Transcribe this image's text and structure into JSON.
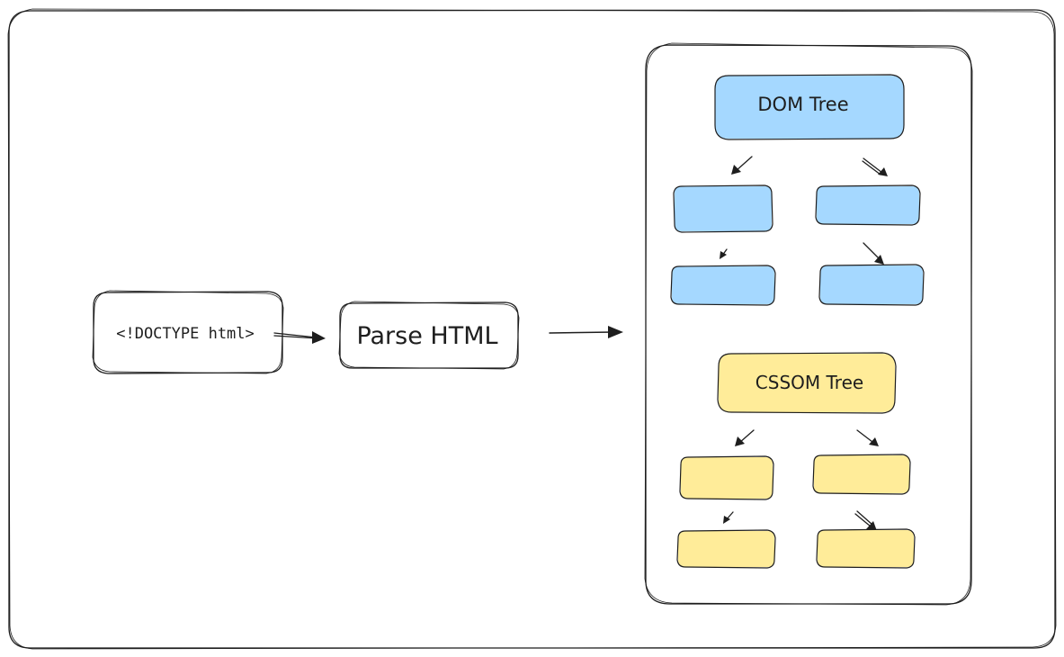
{
  "diagram": {
    "doctype_label": "<!DOCTYPE html>",
    "parse_label": "Parse HTML",
    "dom_label": "DOM Tree",
    "cssom_label": "CSSOM Tree",
    "colors": {
      "stroke": "#1e1e1e",
      "dom_fill": "#a5d8ff",
      "cssom_fill": "#ffec99",
      "background": "#ffffff"
    }
  }
}
